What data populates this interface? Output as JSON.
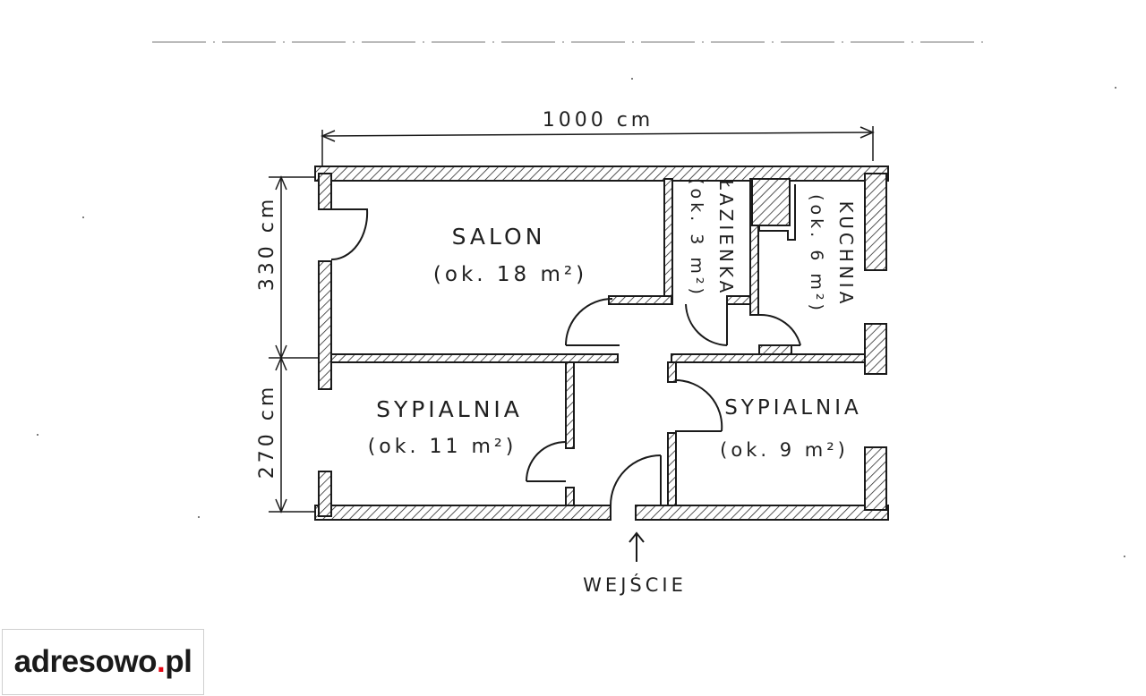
{
  "dimensions": {
    "width_label": "1000 cm",
    "top_height_label": "330 cm",
    "bottom_height_label": "270 cm"
  },
  "rooms": {
    "salon": {
      "name": "SALON",
      "area": "(ok. 18 m²)"
    },
    "lazienka": {
      "name": "ŁAZIENKA",
      "area": "(ok. 3 m²)"
    },
    "kuchnia": {
      "name": "KUCHNIA",
      "area": "(ok. 6 m²)"
    },
    "sypialnia_left": {
      "name": "SYPIALNIA",
      "area": "(ok. 11 m²)"
    },
    "sypialnia_right": {
      "name": "SYPIALNIA",
      "area": "(ok. 9 m²)"
    }
  },
  "entrance": {
    "label": "WEJŚCIE"
  },
  "watermark": {
    "dark": "adresowo",
    "red": ".",
    "dark2": "pl"
  },
  "colors": {
    "ink": "#1f1f1f",
    "brand_red": "#e30613"
  }
}
